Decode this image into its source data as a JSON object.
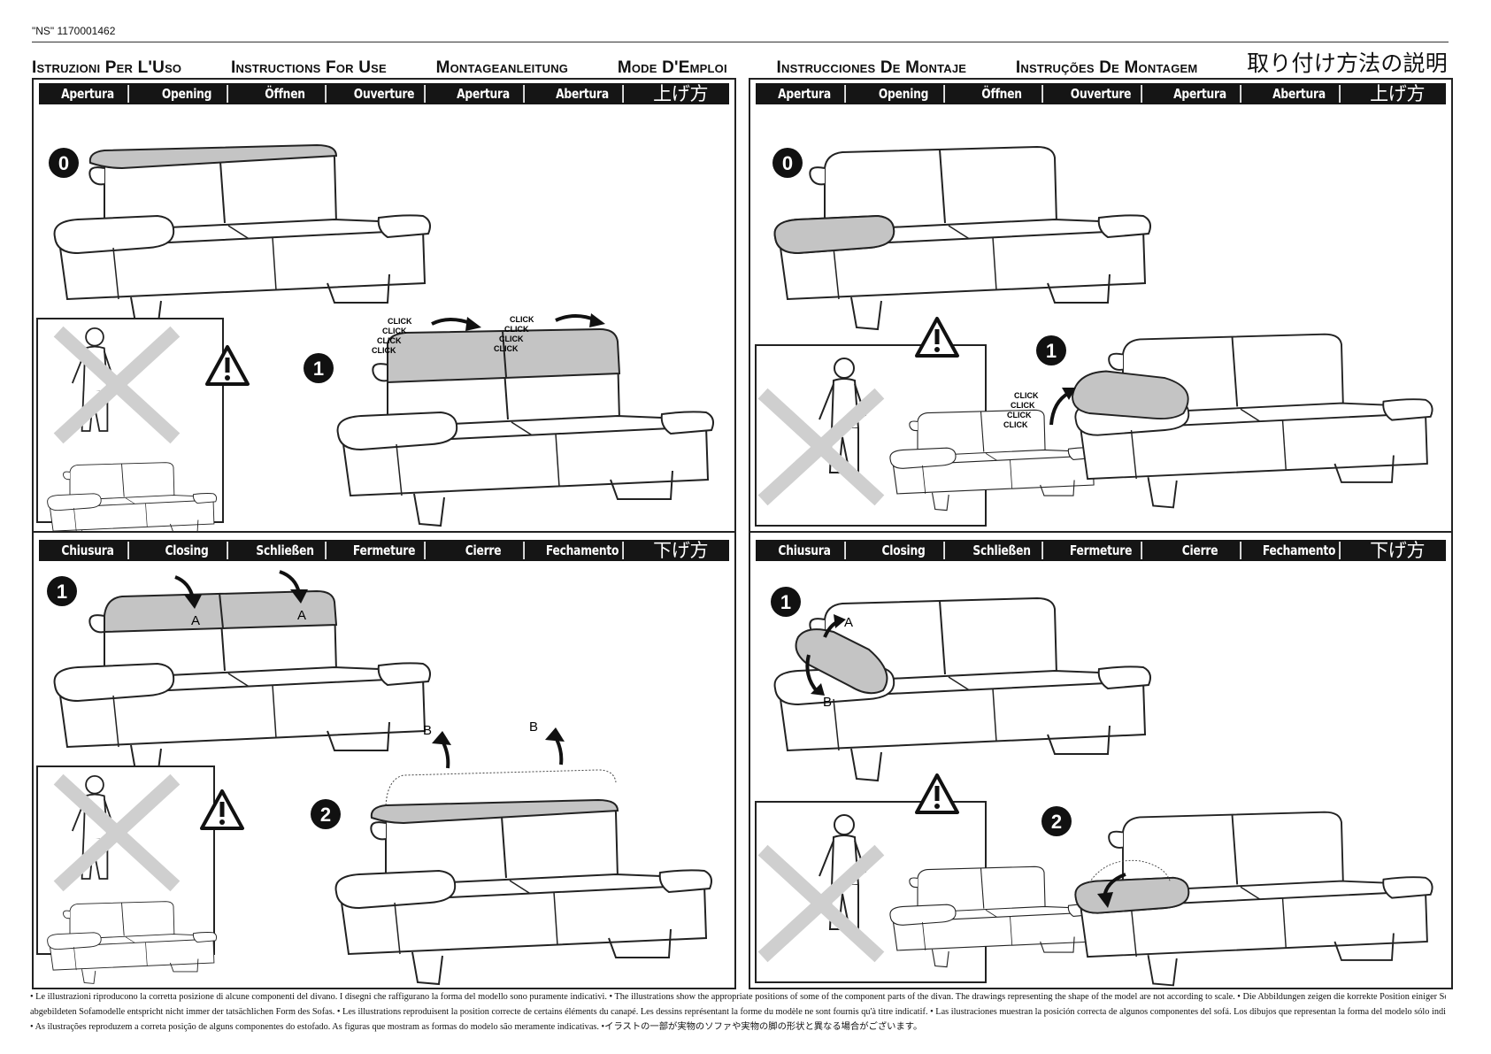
{
  "document_code": "\"NS\" 1170001462",
  "titles": [
    "Istruzioni Per L'Uso",
    "Instructions For Use",
    "Montageanleitung",
    "Mode D'Emploi",
    "Instrucciones De Montaje",
    "Instruções De Montagem",
    "取り付け方法の説明"
  ],
  "opening_labels": [
    "Apertura",
    "Opening",
    "Öffnen",
    "Ouverture",
    "Apertura",
    "Abertura",
    "上げ方"
  ],
  "closing_labels": [
    "Chiusura",
    "Closing",
    "Schließen",
    "Fermeture",
    "Cierre",
    "Fechamento",
    "下げ方"
  ],
  "step_numbers": {
    "zero": "0",
    "one": "1",
    "two": "2"
  },
  "click_text": "CLICK",
  "arrow_labels": {
    "a": "A",
    "b": "B"
  },
  "footer": {
    "line1": "• Le illustrazioni riproducono la corretta posizione di alcune componenti del divano. I disegni che raffigurano la forma del modello sono puramente indicativi. • The illustrations show the appropriate positions of some of the component parts of the divan. The drawings representing the shape of the model are not according to scale. • Die Abbildungen zeigen die korrekte Position einiger Sofakomponenten. Die Form der",
    "line2": "abgebildeten Sofamodelle entspricht nicht immer der tatsächlichen Form des Sofas. • Les illustrations reproduisent la position correcte de certains éléments du canapé. Les dessins représentant la forme du modèle ne sont fournis qu'à titre indicatif. • Las ilustraciones muestran la posición correcta de algunos componentes del sofá. Los dibujos que representan la forma del modelo sólo indicativos.",
    "line3": "• As ilustrações reproduzem a correta posição de alguns componentes do estofado. As figuras que mostram as formas do modelo são meramente indicativas. •イラストの一部が実物のソファや実物の脚の形状と異なる場合がございます。"
  },
  "colors": {
    "highlight_gray": "#c4c4c4",
    "bar_black": "#151515",
    "cross_gray": "#cfcfcf"
  }
}
